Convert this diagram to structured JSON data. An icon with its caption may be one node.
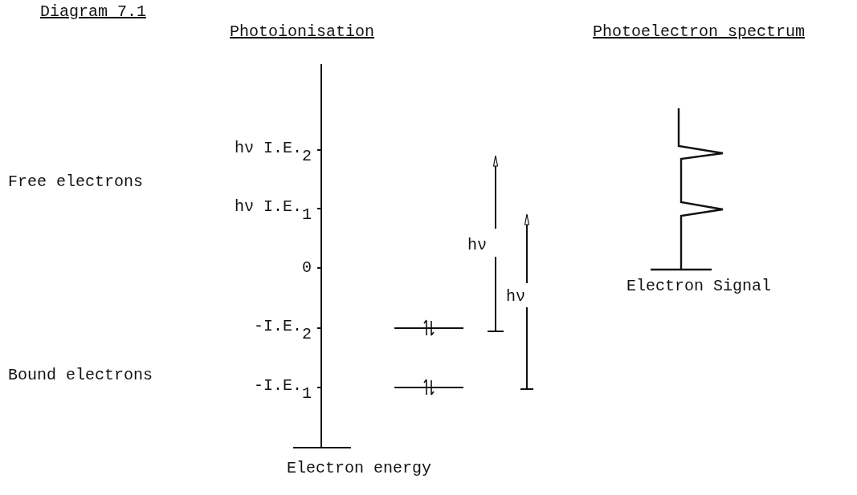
{
  "diagram": {
    "title": "Diagram 7.1",
    "labels": [
      "Photoionisation",
      "Photoelectron spectrum",
      "hν I.E.$_{2}$",
      "Free electrons",
      "hν I.E.$_{1}$",
      "hν",
      "0",
      "hν",
      "Electron Signal",
      "-I.E.$_{2}$",
      "Bound electrons",
      "-I.E.$_{1}$",
      "Electron energy"
    ]
  }
}
